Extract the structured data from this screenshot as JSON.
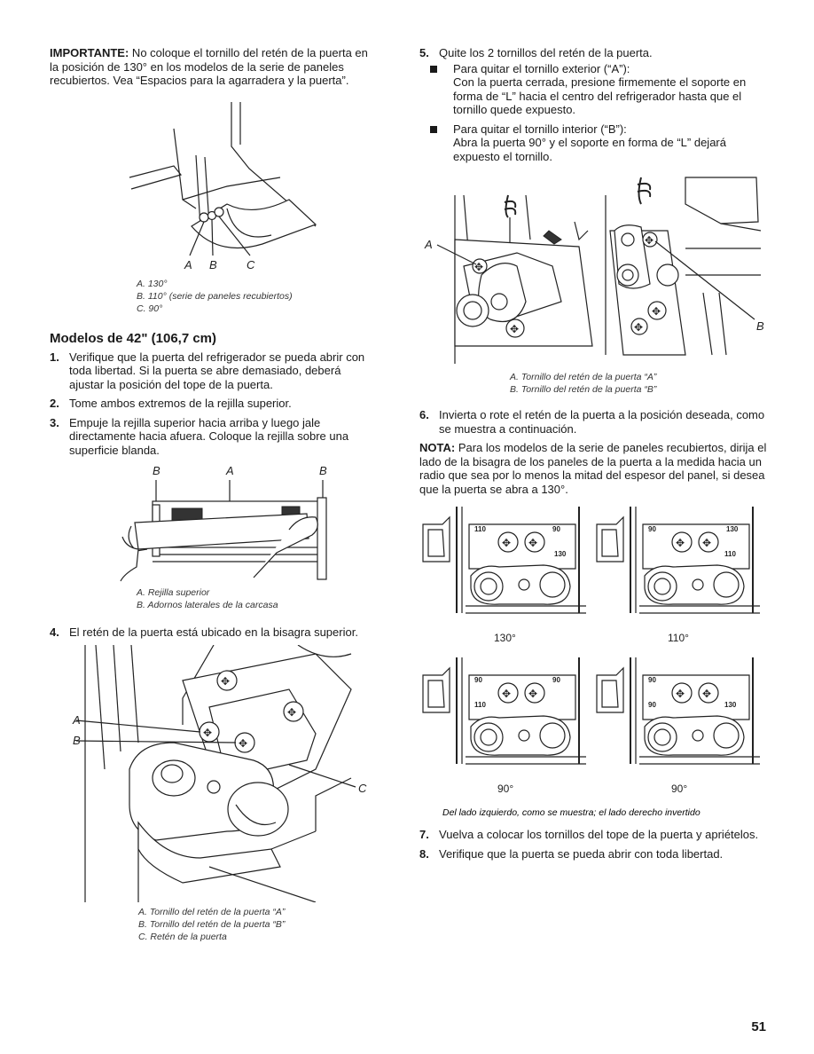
{
  "left": {
    "importante_label": "IMPORTANTE:",
    "importante_text": " No coloque el tornillo del retén de la puerta en la posición de 130° en los modelos de la serie de paneles recubiertos. Vea “Espacios para la agarradera y la puerta”.",
    "fig1": {
      "labels": [
        "A",
        "B",
        "C"
      ],
      "captions": [
        "A. 130°",
        "B. 110° (serie de paneles recubiertos)",
        "C. 90°"
      ]
    },
    "heading": "Modelos de 42\" (106,7 cm)",
    "steps": [
      {
        "num": "1.",
        "text": "Verifique que la puerta del refrigerador se pueda abrir con toda libertad. Si la puerta se abre demasiado, deberá ajustar la posición del tope de la puerta."
      },
      {
        "num": "2.",
        "text": "Tome ambos extremos de la rejilla superior."
      },
      {
        "num": "3.",
        "text": "Empuje la rejilla superior hacia arriba y luego jale directamente hacia afuera. Coloque la rejilla sobre una superficie blanda."
      }
    ],
    "fig2": {
      "labels": [
        "B",
        "A",
        "B"
      ],
      "captions": [
        "A. Rejilla superior",
        "B. Adornos laterales de la carcasa"
      ]
    },
    "step4": {
      "num": "4.",
      "text": "El retén de la puerta está ubicado en la bisagra superior."
    },
    "fig3": {
      "labels": [
        "A",
        "B",
        "C"
      ],
      "captions": [
        "A. Tornillo del retén de la puerta “A”",
        "B. Tornillo del retén de la puerta “B”",
        "C. Retén de la puerta"
      ]
    }
  },
  "right": {
    "step5": {
      "num": "5.",
      "text": "Quite los 2 tornillos del retén de la puerta."
    },
    "bullets": [
      {
        "line1": "Para quitar el tornillo exterior (“A”):",
        "line2": "Con la puerta cerrada, presione firmemente el soporte en forma de “L” hacia el centro del refrigerador hasta que el tornillo quede expuesto."
      },
      {
        "line1": "Para quitar el tornillo interior (“B”):",
        "line2": "Abra la puerta 90° y el soporte en forma de “L” dejará expuesto el tornillo."
      }
    ],
    "fig4": {
      "labels": [
        "A",
        "B"
      ],
      "captions": [
        "A. Tornillo del retén de la puerta “A”",
        "B. Tornillo del retén de la puerta “B”"
      ]
    },
    "step6": {
      "num": "6.",
      "text": "Invierta o rote el retén de la puerta a la posición deseada, como se muestra a continuación."
    },
    "nota_label": "NOTA:",
    "nota_text": " Para los modelos de la serie de paneles recubiertos, dirija el lado de la bisagra de los paneles de la puerta a la medida hacia un radio que sea por lo menos la mitad del espesor del panel, si desea que la puerta se abra a 130°.",
    "fig5": {
      "stamps": [
        "130",
        "90",
        "110"
      ],
      "angles": [
        "130°",
        "110°",
        "90°",
        "90°"
      ],
      "caption": "Del lado izquierdo, como se muestra; el lado derecho invertido"
    },
    "steps_end": [
      {
        "num": "7.",
        "text": "Vuelva a colocar los tornillos del tope de la puerta y apriételos."
      },
      {
        "num": "8.",
        "text": "Verifique que la puerta se pueda abrir con toda libertad."
      }
    ]
  },
  "page_number": "51"
}
